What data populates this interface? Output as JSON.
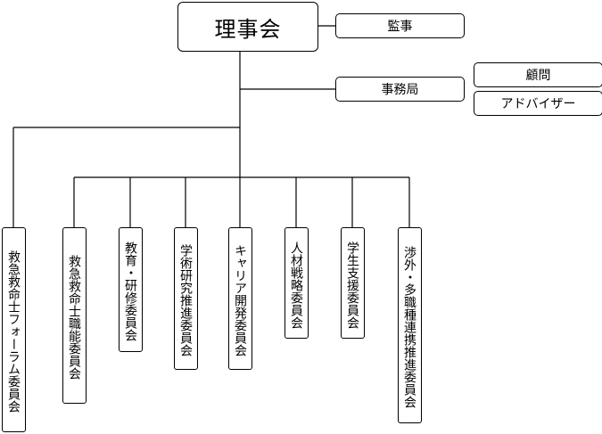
{
  "root": {
    "label": "理事会"
  },
  "side": {
    "auditor": "監事",
    "office": "事務局",
    "advisors": [
      "顧問",
      "アドバイザー"
    ]
  },
  "committees": [
    "救急救命士フォーラム委員会",
    "救急救命士職能委員会",
    "教育・研修委員会",
    "学術研究推進委員会",
    "キャリア開発委員会",
    "人材戦略委員会",
    "学生支援委員会",
    "渉外・多職種連携推進委員会"
  ]
}
